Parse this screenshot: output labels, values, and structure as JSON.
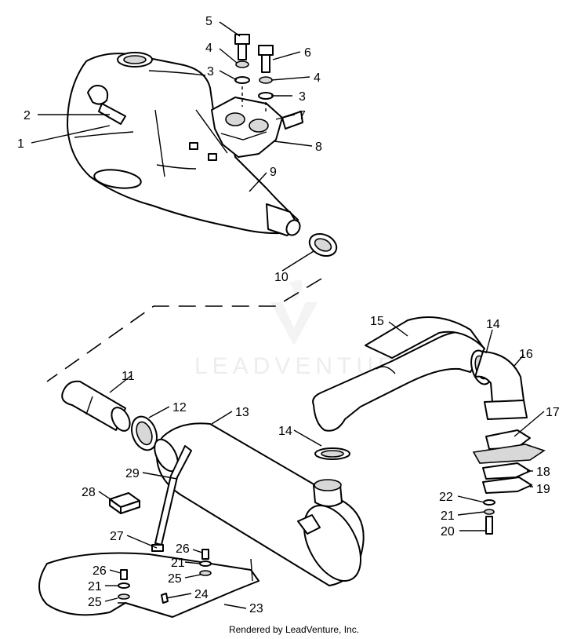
{
  "watermark": "LEADVENTURE",
  "footer": "Rendered by LeadVenture, Inc.",
  "callouts": [
    "1",
    "2",
    "3",
    "4",
    "5",
    "6",
    "7",
    "8",
    "9",
    "10",
    "11",
    "12",
    "13",
    "14",
    "15",
    "16",
    "17",
    "18",
    "19",
    "20",
    "21",
    "22",
    "23",
    "24",
    "25",
    "26",
    "27",
    "28",
    "29"
  ]
}
